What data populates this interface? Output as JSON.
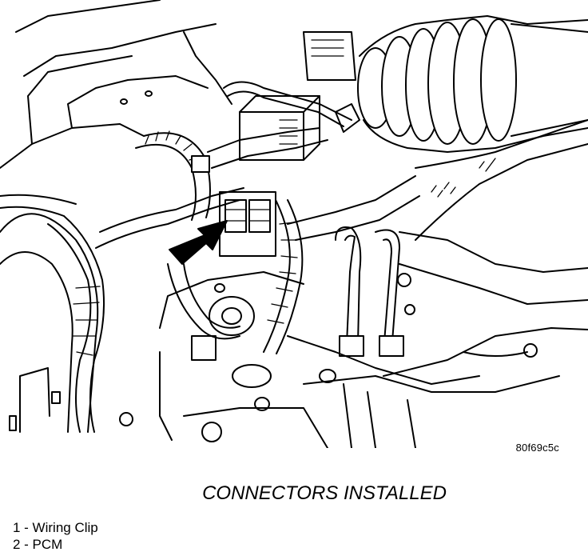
{
  "figure": {
    "code": "80f69c5c",
    "caption": "CONNECTORS INSTALLED"
  },
  "legend": [
    {
      "number": "1",
      "text": "1 - Wiring Clip"
    },
    {
      "number": "2",
      "text": "2 - PCM"
    }
  ]
}
